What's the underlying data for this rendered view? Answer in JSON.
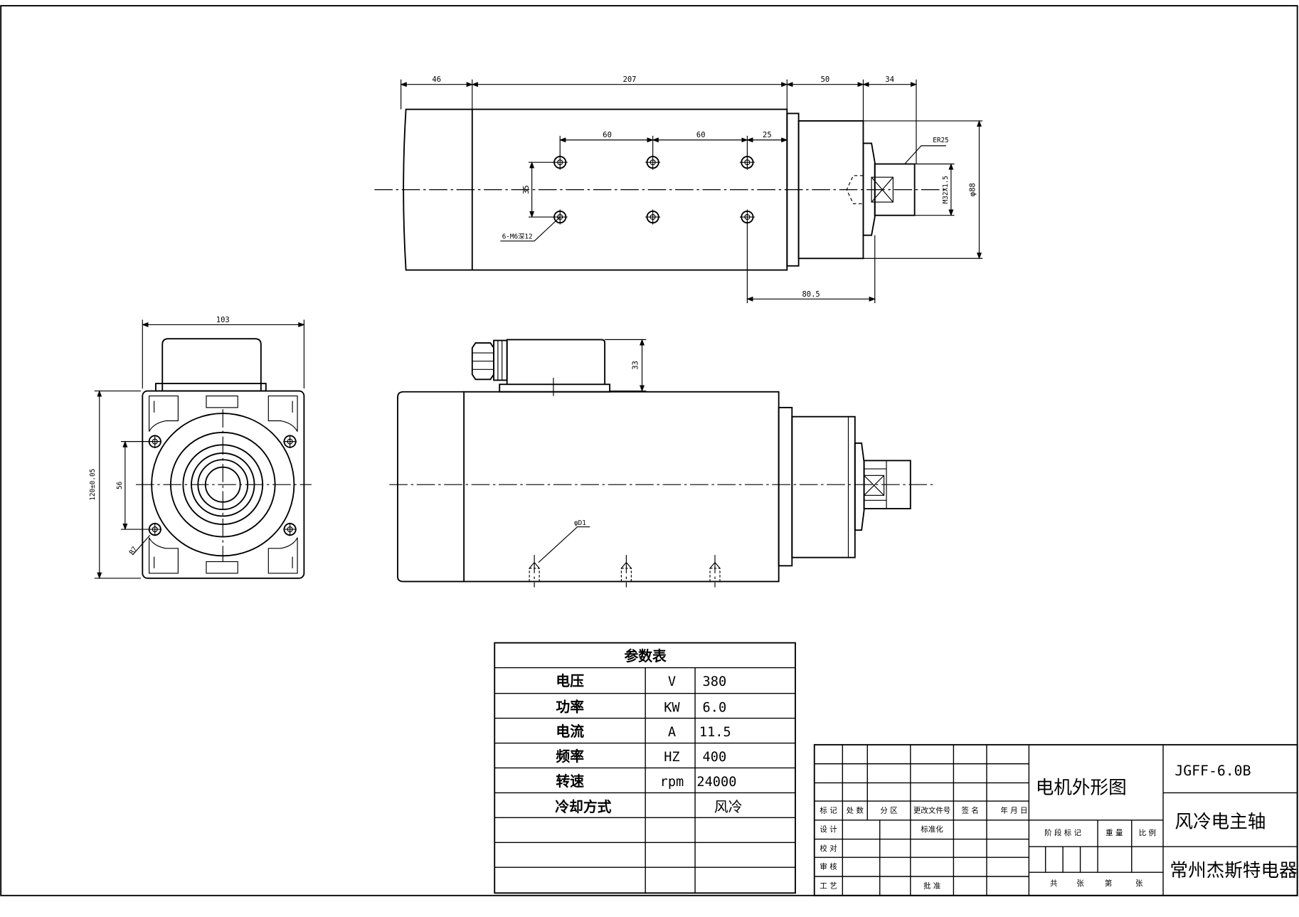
{
  "top_view": {
    "dims": {
      "d1": "46",
      "d2": "207",
      "d3": "50",
      "d4": "34",
      "d5": "60",
      "d6": "60",
      "d7": "25",
      "d8": "35",
      "d9": "80.5"
    },
    "collet_label": "ER25",
    "thread_label": "M32X1.5",
    "diameter_label": "φ88",
    "holes_label": "6-M6深12"
  },
  "end_view": {
    "width": "103",
    "height": "120±0.05",
    "inner": "56",
    "corner": "R7"
  },
  "side_view": {
    "height": "33",
    "hole_label": "φD1"
  },
  "param_table": {
    "title": "参数表",
    "rows": [
      {
        "name": "电压",
        "unit": "V",
        "value": "380"
      },
      {
        "name": "功率",
        "unit": "KW",
        "value": "6.0"
      },
      {
        "name": "电流",
        "unit": "A",
        "value": "11.5"
      },
      {
        "name": "频率",
        "unit": "HZ",
        "value": "400"
      },
      {
        "name": "转速",
        "unit": "rpm",
        "value": "24000"
      },
      {
        "name": "冷却方式",
        "unit": "",
        "value": "风冷"
      }
    ]
  },
  "title_block": {
    "drawing_name": "电机外形图",
    "model": "JGFF-6.0B",
    "product": "风冷电主轴",
    "company": "常州杰斯特电器",
    "header_labels": [
      "标 记",
      "处 数",
      "分  区",
      "更改文件号",
      "签 名",
      "年 月 日"
    ],
    "design": "设 计",
    "standardization": "标准化",
    "proofread": "校 对",
    "review": "审 核",
    "process": "工 艺",
    "approve": "批 准",
    "stage_mark": "阶 段 标 记",
    "weight": "重 量",
    "scale": "比 例",
    "total": "共",
    "sheets": "张",
    "sheet_no": "第",
    "sheet_unit": "张"
  }
}
